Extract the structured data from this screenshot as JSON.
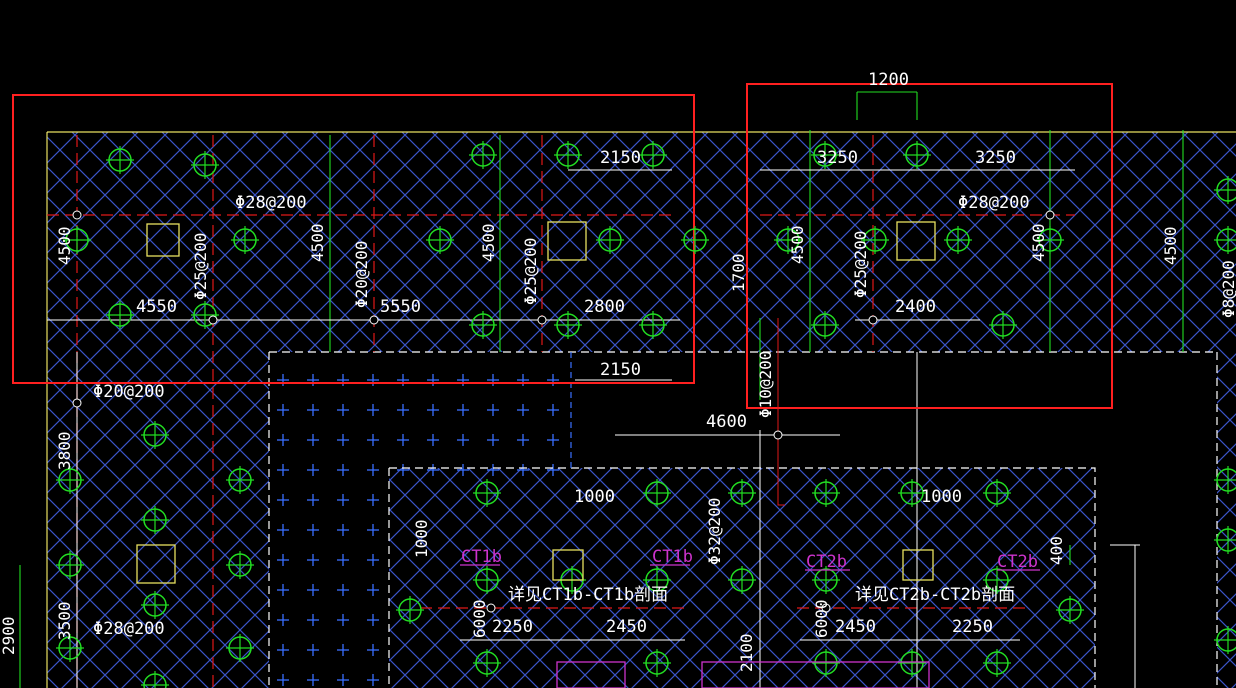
{
  "drawing": {
    "background": "#000000",
    "colors": {
      "hatch": "#3a54c8",
      "outline": "#ffffff",
      "yellow": "#e8e060",
      "green": "#22dd22",
      "red": "#e01818",
      "text": "#ffffff",
      "magenta": "#cc33cc",
      "cross": "#3a70ff",
      "highlight": "#ff2020"
    },
    "labels": {
      "dim_1200": "1200",
      "dim_2150_top": "2150",
      "dim_3250_left": "3250",
      "dim_3250_right": "3250",
      "rebar_28_200_a": "Φ28@200",
      "rebar_28_200_b": "Φ28@200",
      "rebar_28_200_c": "Φ28@200",
      "rebar_25_200_a": "Φ25@200",
      "rebar_25_200_b": "Φ25@200",
      "rebar_25_200_c": "Φ25@200",
      "rebar_20_200_a": "Φ20@200",
      "rebar_20_200_b": "Φ20@200",
      "rebar_10_200": "Φ10@200",
      "rebar_32_200": "Φ32@200",
      "rebar_8_200": "Φ8@200",
      "dim_4500_1": "4500",
      "dim_4500_2": "4500",
      "dim_4500_3": "4500",
      "dim_4500_4": "4500",
      "dim_4500_5": "4500",
      "dim_4500_6": "4500",
      "dim_1700": "1700",
      "dim_4550": "4550",
      "dim_5550": "5550",
      "dim_2800": "2800",
      "dim_2400": "2400",
      "dim_2150_bottom": "2150",
      "dim_4600": "4600",
      "dim_3800": "3800",
      "dim_3500": "3500",
      "dim_2900": "2900",
      "dim_1000_a": "1000",
      "dim_1000_b": "1000",
      "dim_1000_c": "1000",
      "dim_400": "400",
      "dim_6000_a": "6000",
      "dim_6000_b": "6000",
      "dim_2250_a": "2250",
      "dim_2450_a": "2450",
      "dim_2450_b": "2450",
      "dim_2250_b": "2250",
      "dim_2100": "2100",
      "tag_ct1b_a": "CT1b",
      "tag_ct1b_b": "CT1b",
      "tag_ct2b_a": "CT2b",
      "tag_ct2b_b": "CT2b",
      "note_ct1b": "详见CT1b-CT1b剖面",
      "note_ct2b": "详见CT2b-CT2b剖面"
    }
  }
}
